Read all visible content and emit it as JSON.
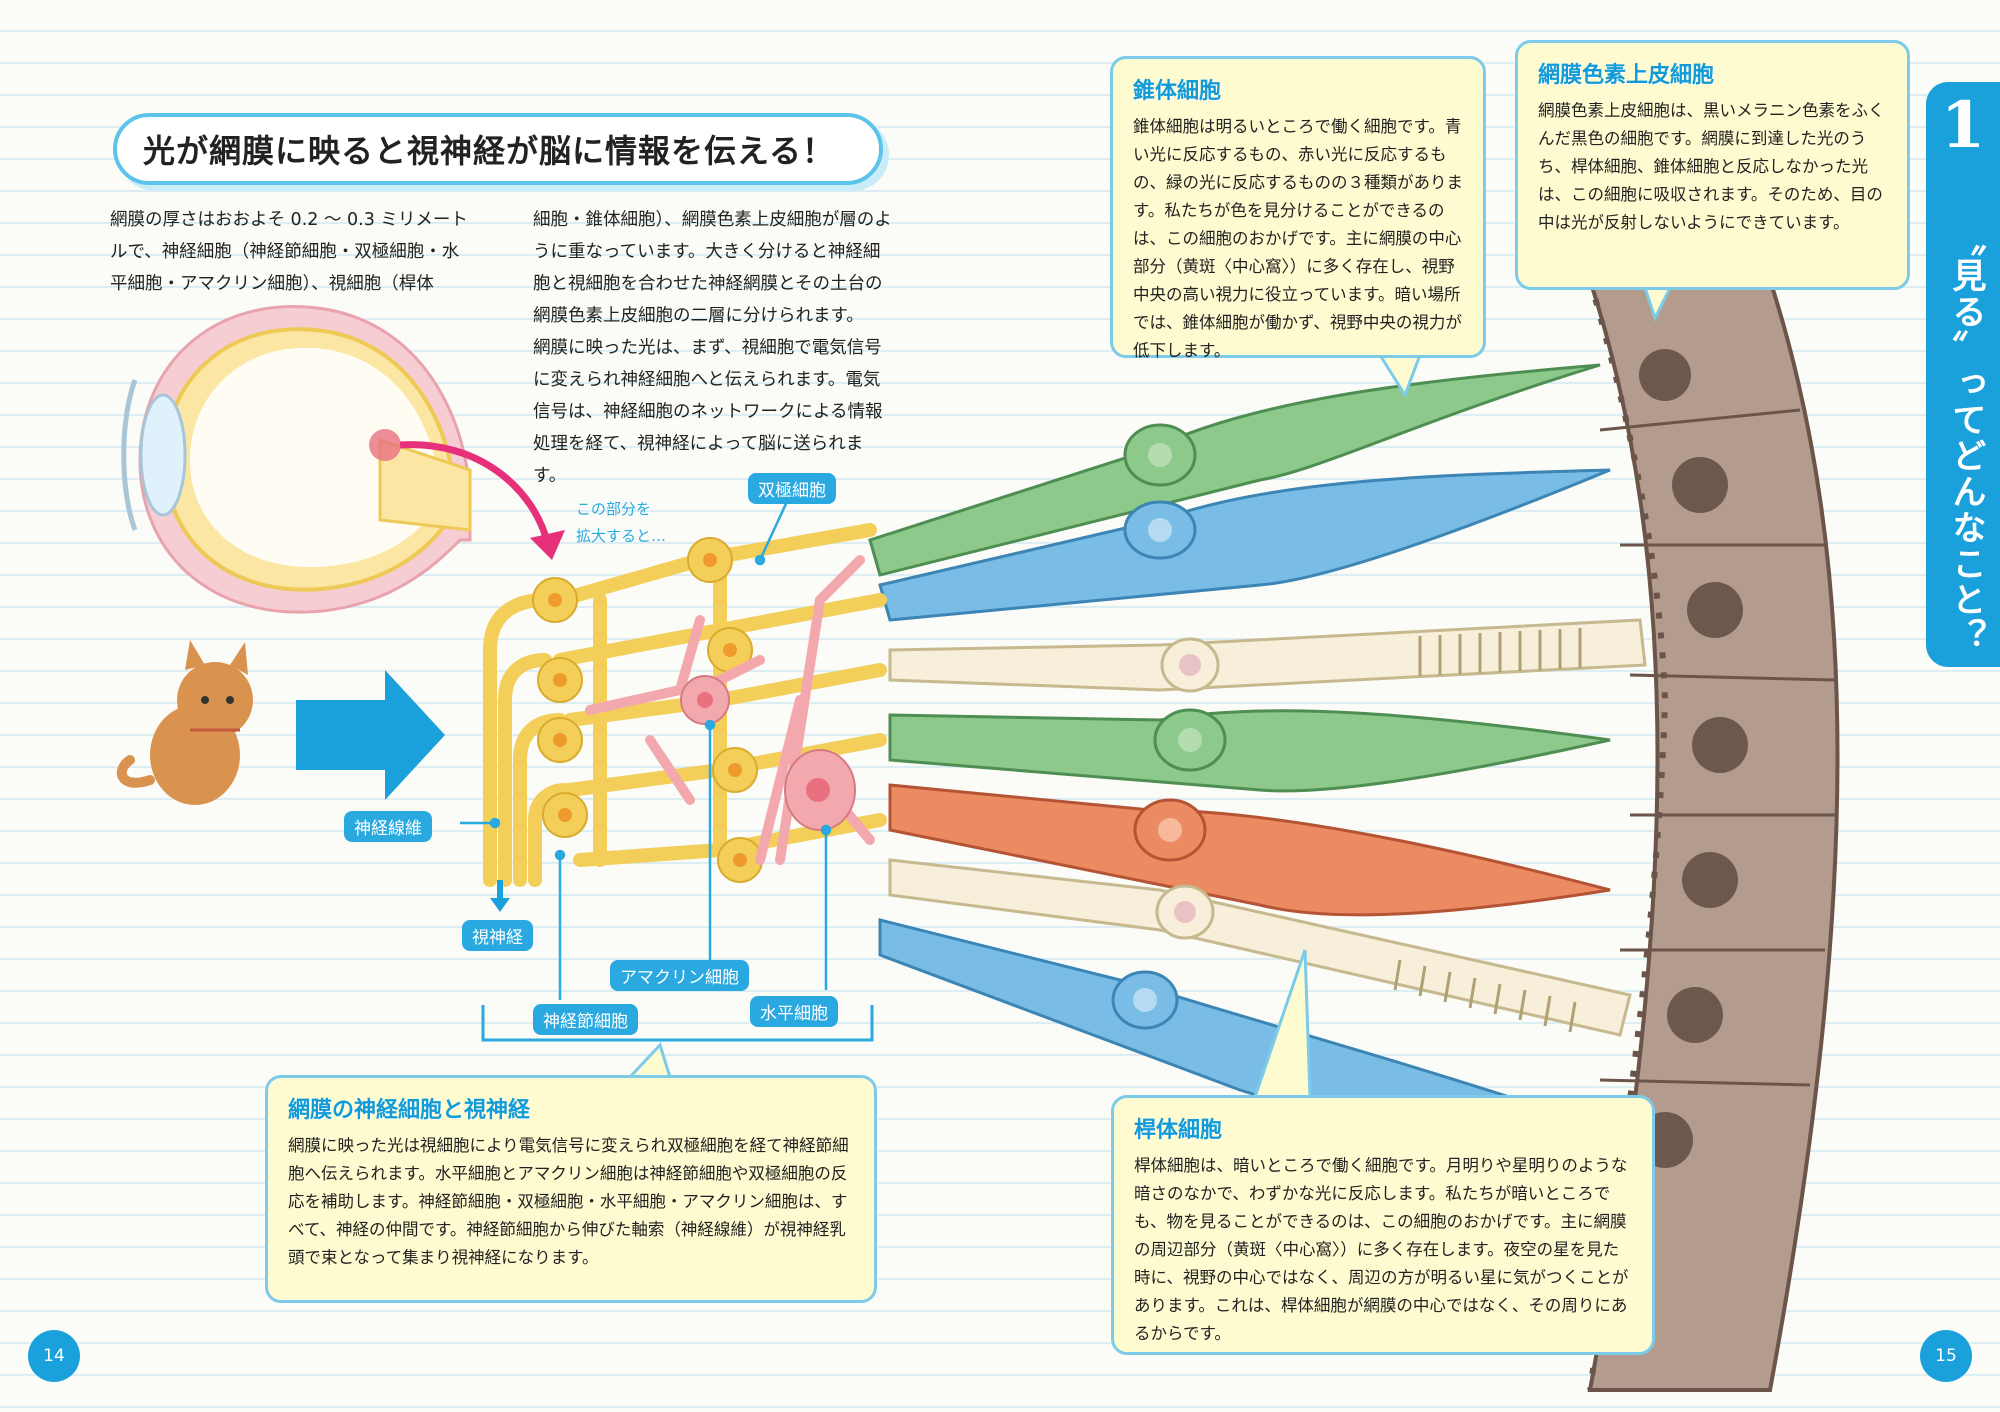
{
  "heading": "光が網膜に映ると視神経が脳に情報を伝える！",
  "intro_col1": "網膜の厚さはおおよそ 0.2 ～ 0.3 ミリメートルで、神経細胞（神経節細胞・双極細胞・水平細胞・アマクリン細胞）、視細胞（桿体",
  "intro_col2": "細胞・錐体細胞）、網膜色素上皮細胞が層のように重なっています。大きく分けると神経細胞と視細胞を合わせた神経網膜とその土台の網膜色素上皮細胞の二層に分けられます。",
  "intro_col2b": "網膜に映った光は、まず、視細胞で電気信号に変えられ神経細胞へと伝えられます。電気信号は、神経細胞のネットワークによる情報処理を経て、視神経によって脳に送られます。",
  "enlarge_note_1": "この部分を",
  "enlarge_note_2": "拡大すると…",
  "labels": {
    "bipolar": "双極細胞",
    "nerve_fiber": "神経線維",
    "optic_nerve": "視神経",
    "amacrine": "アマクリン細胞",
    "ganglion": "神経節細胞",
    "horizontal": "水平細胞"
  },
  "callouts": {
    "cone": {
      "title": "錐体細胞",
      "text": "錐体細胞は明るいところで働く細胞です。青い光に反応するもの、赤い光に反応するもの、緑の光に反応するものの３種類があります。私たちが色を見分けることができるのは、この細胞のおかげです。主に網膜の中心部分（黄斑〈中心窩〉）に多く存在し、視野中央の高い視力に役立っています。暗い場所では、錐体細胞が働かず、視野中央の視力が低下します。"
    },
    "rpe": {
      "title": "網膜色素上皮細胞",
      "text": "網膜色素上皮細胞は、黒いメラニン色素をふくんだ黒色の細胞です。網膜に到達した光のうち、桿体細胞、錐体細胞と反応しなかった光は、この細胞に吸収されます。そのため、目の中は光が反射しないようにできています。"
    },
    "neural": {
      "title": "網膜の神経細胞と視神経",
      "text": "網膜に映った光は視細胞により電気信号に変えられ双極細胞を経て神経節細胞へ伝えられます。水平細胞とアマクリン細胞は神経節細胞や双極細胞の反応を補助します。神経節細胞・双極細胞・水平細胞・アマクリン細胞は、すべて、神経の仲間です。神経節細胞から伸びた軸索（神経線維）が視神経乳頭で束となって集まり視神経になります。"
    },
    "rod": {
      "title": "桿体細胞",
      "text": "桿体細胞は、暗いところで働く細胞です。月明りや星明りのような暗さのなかで、わずかな光に反応します。私たちが暗いところでも、物を見ることができるのは、この細胞のおかげです。主に網膜の周辺部分（黄斑〈中心窩〉）に多く存在します。夜空の星を見た時に、視野の中心ではなく、周辺の方が明るい星に気がつくことがあります。これは、桿体細胞が網膜の中心ではなく、その周りにあるからです。"
    }
  },
  "side": {
    "number": "1",
    "title": "〝見る〟ってどんなこと？"
  },
  "page_left": "14",
  "page_right": "15",
  "colors": {
    "accent": "#1aa0db",
    "cone_green": "#8cc98a",
    "cone_blue": "#79bde6",
    "cone_red": "#ec8a62",
    "rod": "#f7efd9",
    "rpe": "#b39c8d",
    "neuron": "#f3cf5a",
    "amacrine": "#f3a8ad"
  }
}
